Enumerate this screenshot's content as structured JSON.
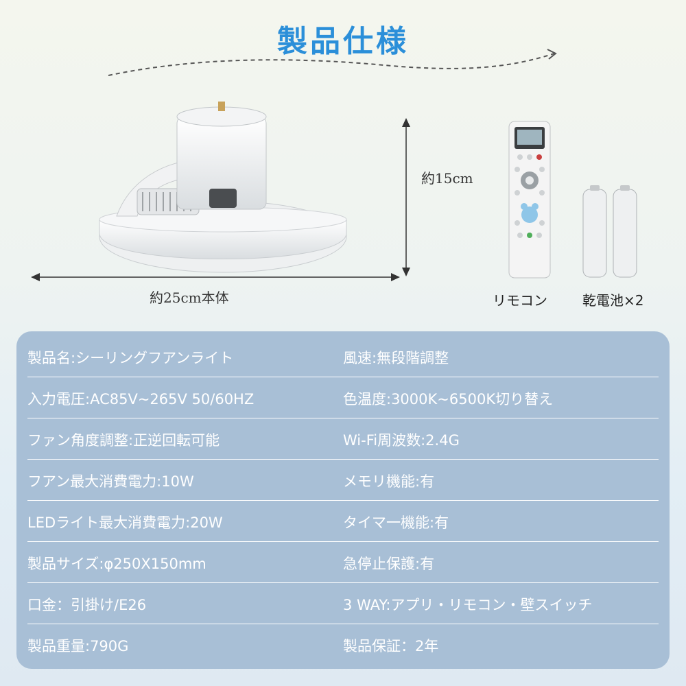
{
  "title": "製品仕様",
  "dimensions": {
    "height": "約15cm",
    "width": "約25cm本体"
  },
  "accessories": {
    "remote": "リモコン",
    "batteries": "乾電池×2"
  },
  "specs": [
    {
      "left": "製品名:シーリングフアンライト",
      "right": "風速:無段階調整"
    },
    {
      "left": "入力電圧:AC85V~265V 50/60HZ",
      "right": "色温度:3000K~6500K切り替え"
    },
    {
      "left": "ファン角度調整:正逆回転可能",
      "right": "Wi-Fi周波数:2.4G"
    },
    {
      "left": "フアン最大消費電力:10W",
      "right": "メモリ機能:有"
    },
    {
      "left": "LEDライト最大消費電力:20W",
      "right": "タイマ一機能:有"
    },
    {
      "left": "製品サイズ:φ250X150mm",
      "right": "急停止保護:有"
    },
    {
      "left": "口金：引掛け/E26",
      "right": " 3 WAY:アプリ・リモコン・壁スイッチ"
    },
    {
      "left": "製品重量:790G",
      "right": "製品保証：2年"
    }
  ],
  "colors": {
    "title": "#2b8fd9",
    "panel": "#a8bfd6"
  }
}
